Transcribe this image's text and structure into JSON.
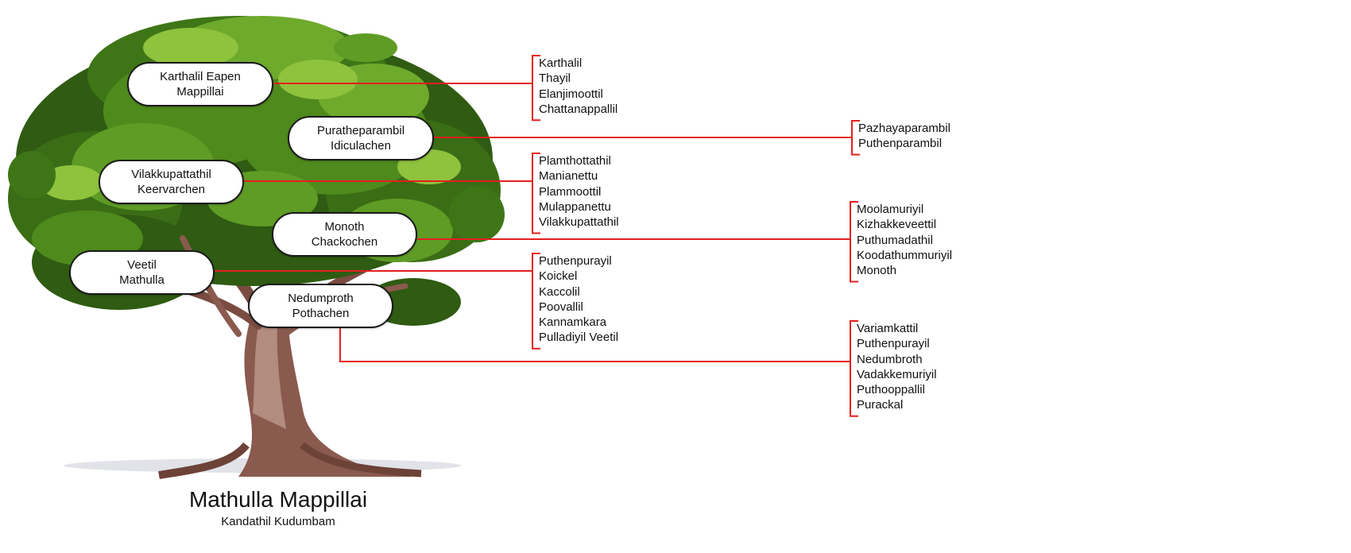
{
  "title": "Mathulla Mappillai",
  "subtitle": "Kandathil Kudumbam",
  "colors": {
    "connector": "#e41f1f",
    "leaf_dark": "#2f5b12",
    "leaf_mid": "#4f8a1d",
    "leaf_light": "#8fc23d",
    "trunk": "#8a5a4e"
  },
  "branches": [
    {
      "line1": "Karthalil Eapen",
      "line2": "Mappillai",
      "families": [
        "Karthalil",
        "Thayil",
        "Elanjimoottil",
        "Chattanappallil"
      ]
    },
    {
      "line1": "Puratheparambil",
      "line2": "Idiculachen",
      "families": [
        "Pazhayaparambil",
        "Puthenparambil"
      ]
    },
    {
      "line1": "Vilakkupattathil",
      "line2": "Keervarchen",
      "families": [
        "Plamthottathil",
        "Manianettu",
        "Plammoottil",
        "Mulappanettu",
        "Vilakkupattathil"
      ]
    },
    {
      "line1": "Monoth",
      "line2": "Chackochen",
      "families": [
        "Moolamuriyil",
        "Kizhakkeveettil",
        "Puthumadathil",
        "Koodathummuriyil",
        "Monoth"
      ]
    },
    {
      "line1": "Veetil",
      "line2": "Mathulla",
      "families": [
        "Puthenpurayil",
        "Koickel",
        "Kaccolil",
        "Poovallil",
        "Kannamkara",
        "Pulladiyil Veetil"
      ]
    },
    {
      "line1": "Nedumproth",
      "line2": "Pothachen",
      "families": [
        "Variamkattil",
        "Puthenpurayil",
        "Nedumbroth",
        "Vadakkemuriyil",
        "Puthooppallil",
        "Purackal"
      ]
    }
  ]
}
